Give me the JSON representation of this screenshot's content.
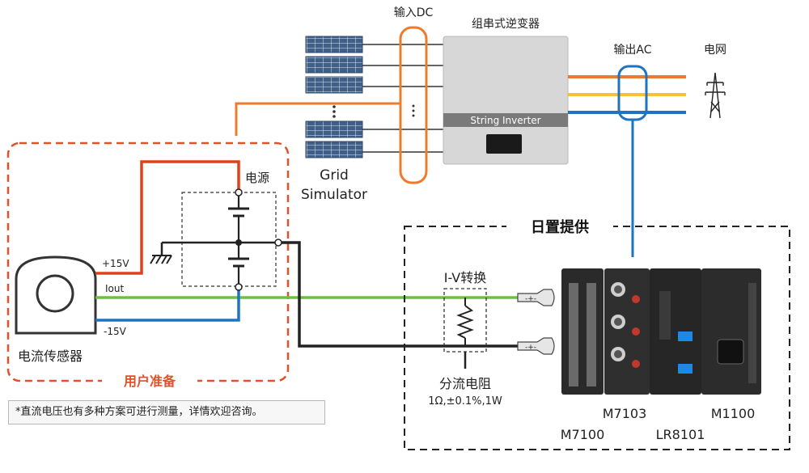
{
  "labels": {
    "input_dc": "输入DC",
    "inverter_title": "组串式逆变器",
    "inverter_panel": "String Inverter",
    "output_ac": "输出AC",
    "grid": "电网",
    "grid_simulator_line1": "Grid",
    "grid_simulator_line2": "Simulator",
    "power_supply": "电源",
    "plus15": "+15V",
    "iout": "Iout",
    "minus15": "-15V",
    "current_sensor": "电流传感器",
    "user_prepared": "用户准备",
    "hioki_supplied": "日置提供",
    "iv_conversion": "I-V转换",
    "shunt": "分流电阻",
    "shunt_spec": "1Ω,±0.1%,1W",
    "m7103": "M7103",
    "m1100": "M1100",
    "m7100": "M7100",
    "lr8101": "LR8101",
    "footnote": "*直流电压也有多种方案可进行测量，详情欢迎咨询。"
  },
  "colors": {
    "orange": "#ec7c2c",
    "blue": "#1f74c2",
    "yellow": "#f4c430",
    "red": "#e0401a",
    "green": "#6cbf43",
    "user_border": "#e4502a",
    "panel": "#3f5f86"
  },
  "icons": {
    "grid_tower": "power-tower-icon",
    "ground": "ground-icon"
  }
}
